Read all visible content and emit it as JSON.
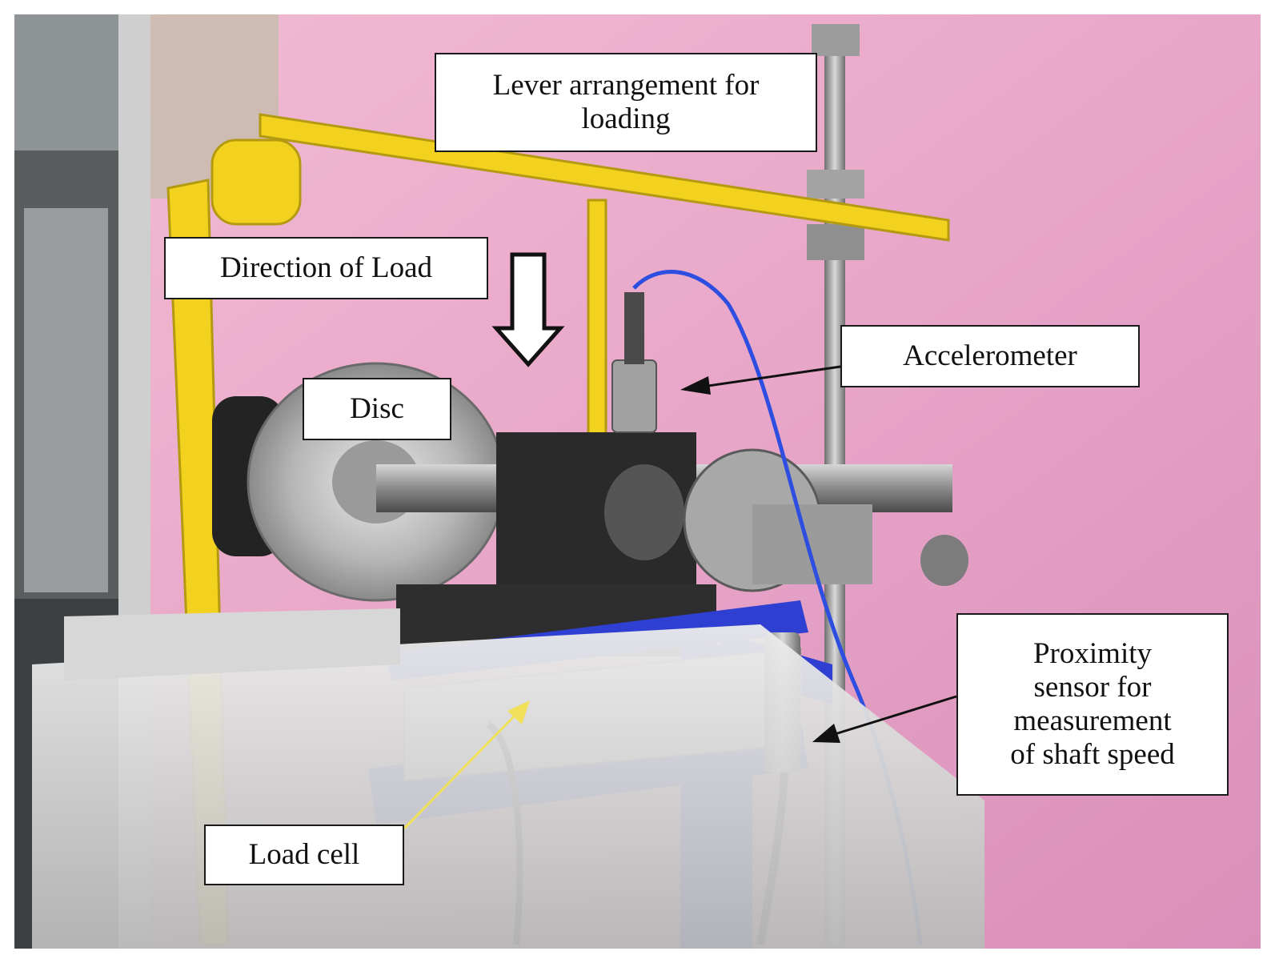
{
  "figure": {
    "background": "#e8a6c8",
    "frame_color": "#d7d7d7",
    "labels": {
      "lever": [
        "Lever arrangement for",
        "loading"
      ],
      "direction": "Direction of Load",
      "accelerometer": "Accelerometer",
      "disc": "Disc",
      "proximity": [
        "Proximity",
        "sensor for",
        "measurement",
        "of shaft speed"
      ],
      "load_cell": "Load cell"
    },
    "colors": {
      "lever_frame": "#f2d21e",
      "base_blue": "#2f3fd1",
      "bearing_black": "#2a2a2a",
      "steel": "#b8b8b8",
      "cable_blue": "#2d4ee0",
      "arrow_yellow": "#f1e05a"
    }
  }
}
